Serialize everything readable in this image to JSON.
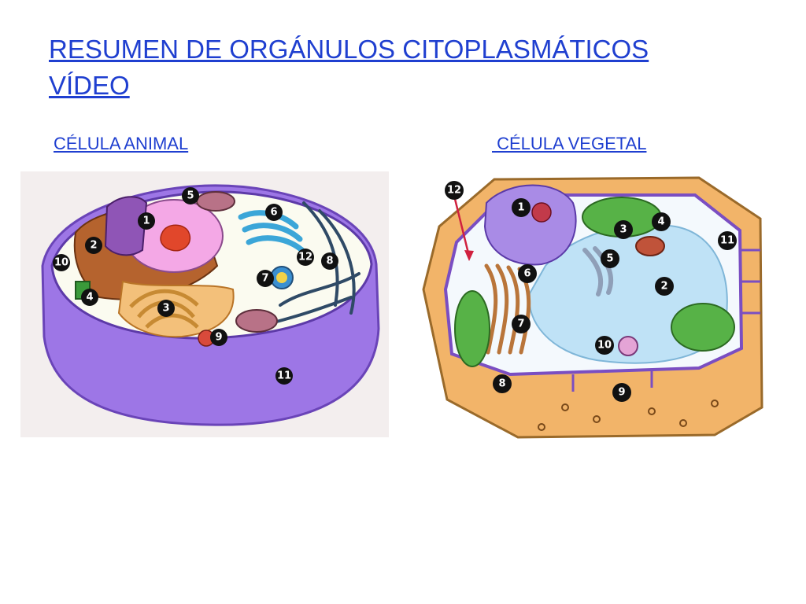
{
  "title": {
    "line1": "RESUMEN DE ORGÁNULOS CITOPLASMÁTICOS",
    "line2": "VÍDEO"
  },
  "animal": {
    "label": "CÉLULA ANIMAL",
    "markers": [
      "1",
      "2",
      "3",
      "4",
      "5",
      "6",
      "7",
      "8",
      "9",
      "10",
      "11",
      "12"
    ]
  },
  "plant": {
    "label": " CÉLULA VEGETAL",
    "markers": [
      "1",
      "2",
      "3",
      "4",
      "5",
      "6",
      "7",
      "8",
      "9",
      "10",
      "11",
      "12"
    ]
  },
  "colors": {
    "link": "#1f3fd0",
    "membrane": "#9b6fe0",
    "cytoplasm": "#fdfdf4",
    "nucleus": "#f2a6e6",
    "nucleolus": "#e2442a",
    "wall": "#f2b36a",
    "vacuole": "#bfe2f6",
    "chloroplast": "#57b247",
    "marker": "#111111"
  }
}
